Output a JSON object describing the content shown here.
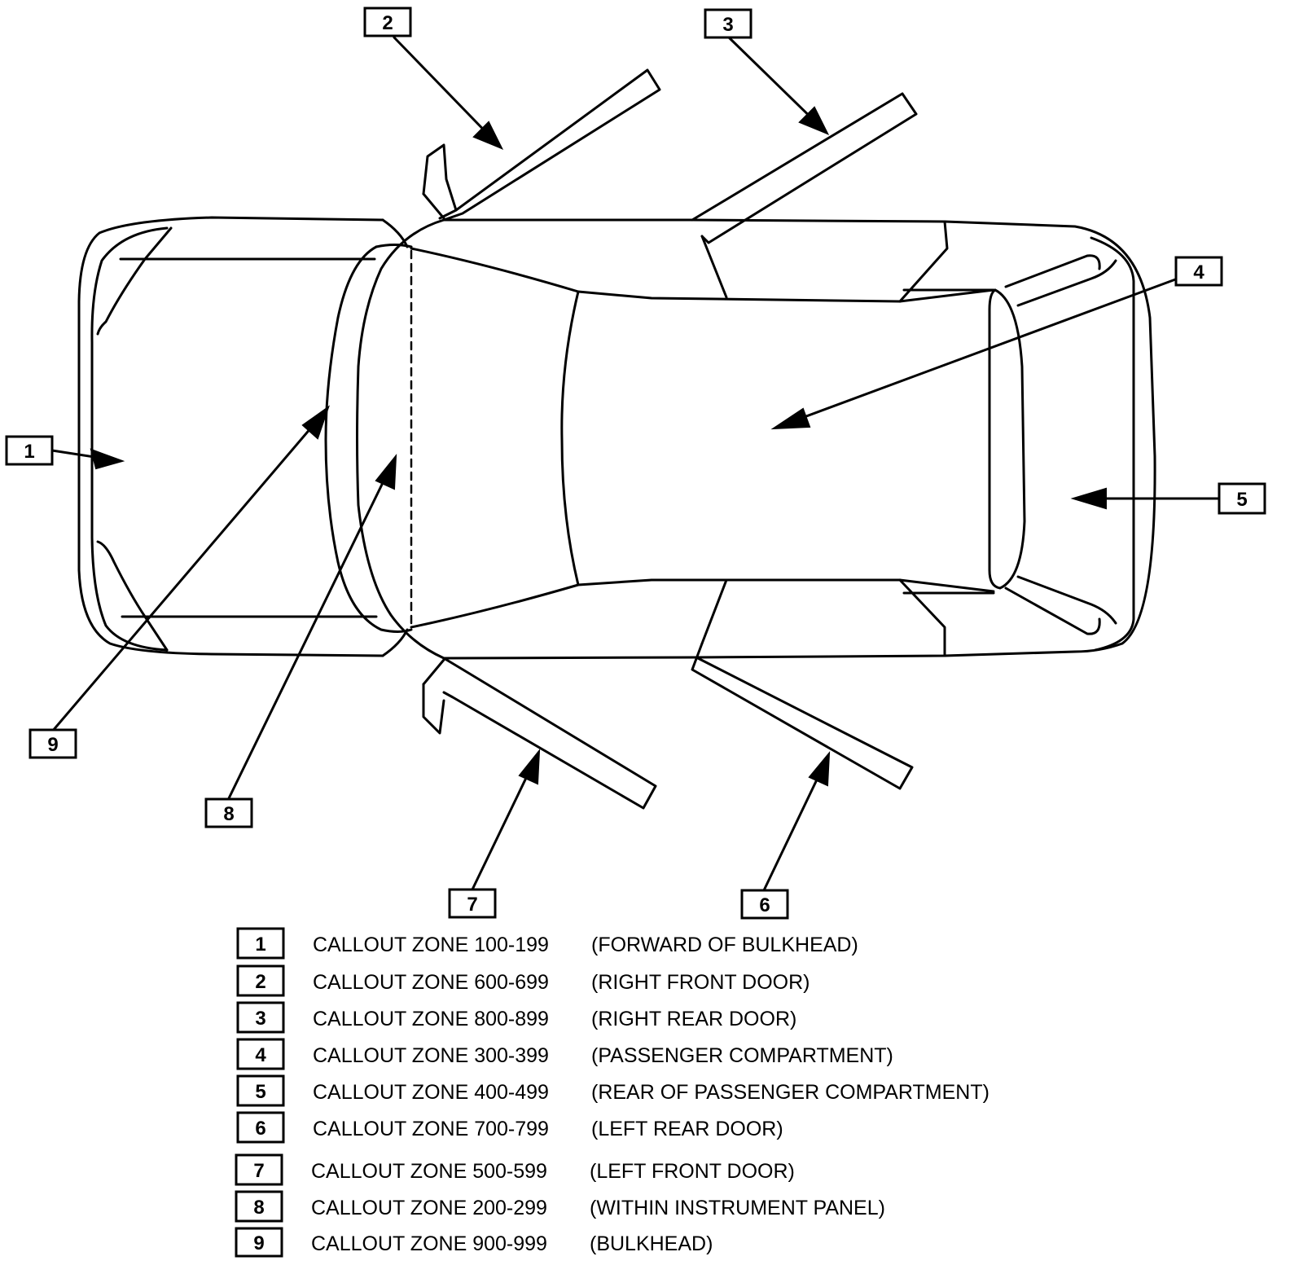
{
  "callouts": [
    {
      "num": "1",
      "zone": "CALLOUT ZONE 100-199",
      "desc": "(FORWARD OF BULKHEAD)"
    },
    {
      "num": "2",
      "zone": "CALLOUT ZONE 600-699",
      "desc": "(RIGHT FRONT DOOR)"
    },
    {
      "num": "3",
      "zone": "CALLOUT ZONE 800-899",
      "desc": "(RIGHT REAR DOOR)"
    },
    {
      "num": "4",
      "zone": "CALLOUT ZONE 300-399",
      "desc": "(PASSENGER COMPARTMENT)"
    },
    {
      "num": "5",
      "zone": "CALLOUT ZONE 400-499",
      "desc": "(REAR OF PASSENGER COMPARTMENT)"
    },
    {
      "num": "6",
      "zone": "CALLOUT ZONE 700-799",
      "desc": "(LEFT REAR DOOR)"
    },
    {
      "num": "7",
      "zone": "CALLOUT ZONE 500-599",
      "desc": "(LEFT FRONT DOOR)"
    },
    {
      "num": "8",
      "zone": "CALLOUT ZONE 200-299",
      "desc": "(WITHIN INSTRUMENT PANEL)"
    },
    {
      "num": "9",
      "zone": "CALLOUT ZONE 900-999",
      "desc": "(BULKHEAD)"
    }
  ],
  "icons": {
    "vehicle": "car-top-view-icon",
    "pointer": "arrow-icon"
  }
}
